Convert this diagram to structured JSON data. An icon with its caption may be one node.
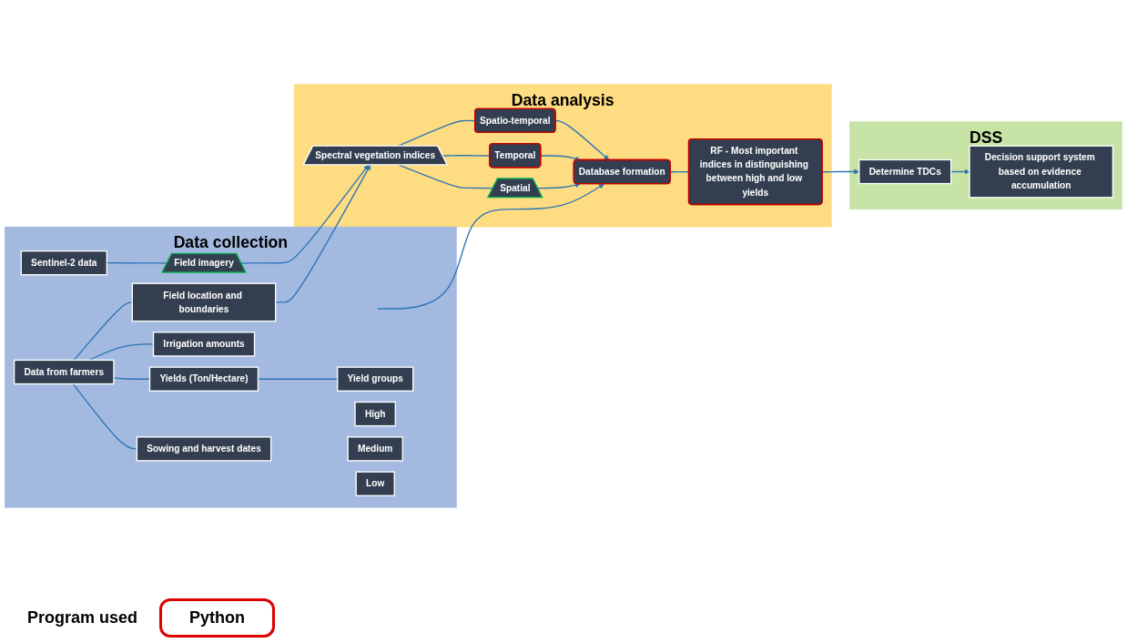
{
  "diagram": {
    "nodes": [
      {
        "text": [
          "Data collection"
        ]
      },
      {
        "text": [
          "Data from farmers"
        ],
        "in": 0
      },
      {
        "text": [
          "Sowing and harvest dates"
        ],
        "in": 0
      },
      {
        "text": [
          "Yields (Ton/Hectare)"
        ],
        "in": 0
      },
      {
        "text": [
          "Irrigation amounts"
        ],
        "in": 0
      },
      {
        "text": [
          "Field location and boundaries"
        ],
        "in": 0
      },
      {
        "text": [
          "Yield groups"
        ],
        "in": 0
      },
      {
        "text": [
          "High"
        ],
        "in": 0
      },
      {
        "text": [
          "Medium"
        ],
        "in": 0
      },
      {
        "text": [
          "Low"
        ],
        "in": 0
      },
      {
        "text": [
          "Sentinel-2 data"
        ],
        "in": 0
      },
      {
        "text": [
          "Field imagery"
        ],
        "in": 0
      },
      {
        "text": [
          "Data analysis"
        ]
      },
      {
        "text": [
          "Database formation"
        ],
        "in": 12
      },
      {
        "text": [
          "RF - Most important indices in distinguishing between high and low yields"
        ],
        "in": 12
      },
      {
        "text": [
          "Spectral vegetation indices"
        ],
        "in": 12
      },
      {
        "text": [
          "Spatial"
        ],
        "in": 12
      },
      {
        "text": [
          "Temporal"
        ],
        "in": 12
      },
      {
        "text": [
          "Spatio-temporal"
        ],
        "in": 12
      },
      {
        "text": [
          "DSS"
        ]
      },
      {
        "text": [
          "Determine TDCs"
        ],
        "in": 19
      },
      {
        "text": [
          "Decision support system based on evidence accumulation"
        ],
        "in": 19
      }
    ],
    "edges": [
      {
        "from": 1,
        "to": 2,
        "arrow": "none"
      },
      {
        "from": 1,
        "to": 3,
        "arrow": "none"
      },
      {
        "from": 1,
        "to": 4,
        "arrow": "none"
      },
      {
        "from": 1,
        "to": 5,
        "arrow": "none"
      },
      {
        "from": 3,
        "to": 6,
        "arrow": "none"
      },
      {
        "from": null,
        "to": 13,
        "arrow": "to"
      },
      {
        "from": 10,
        "to": 11,
        "arrow": "none"
      },
      {
        "from": 11,
        "to": 15,
        "arrow": "to"
      },
      {
        "from": 5,
        "to": 15,
        "arrow": "to"
      },
      {
        "from": 15,
        "to": 16,
        "arrow": "none"
      },
      {
        "from": 15,
        "to": 17,
        "arrow": "none"
      },
      {
        "from": 15,
        "to": 18,
        "arrow": "none"
      },
      {
        "from": 16,
        "to": 13,
        "arrow": "to"
      },
      {
        "from": 17,
        "to": 13,
        "arrow": "to"
      },
      {
        "from": 18,
        "to": 13,
        "arrow": "to"
      },
      {
        "from": 13,
        "to": 14,
        "arrow": "none"
      },
      {
        "from": 14,
        "to": 20,
        "arrow": "to"
      },
      {
        "from": 20,
        "to": 21,
        "arrow": "to"
      }
    ],
    "labels": [
      "Program used"
    ],
    "legend": [
      {
        "text": "Python"
      }
    ]
  }
}
